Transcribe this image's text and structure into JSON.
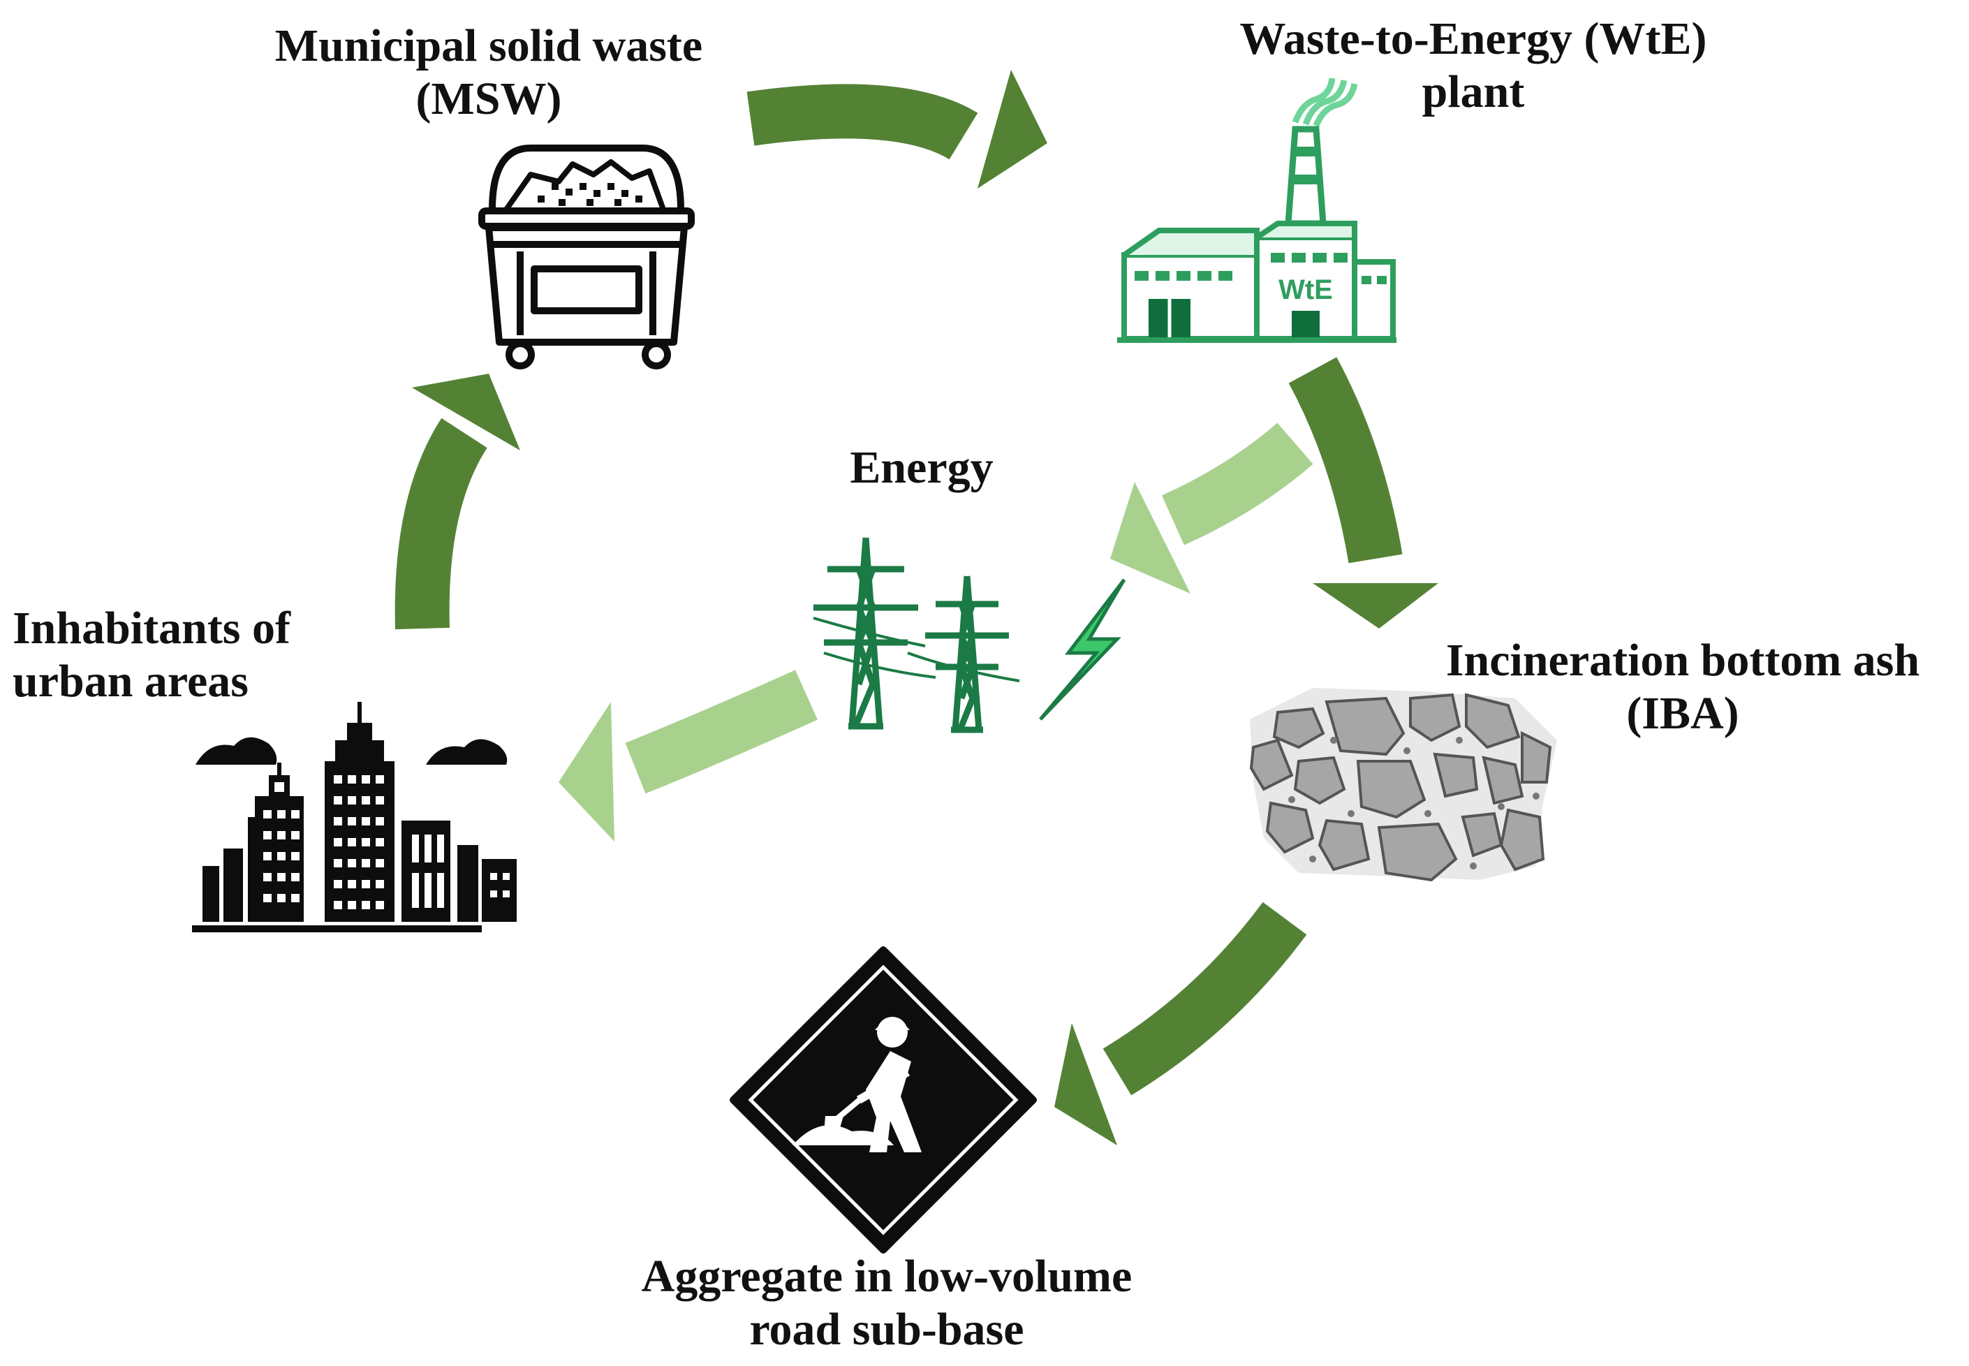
{
  "nodes": {
    "msw": {
      "line1": "Municipal solid waste",
      "line2": "(MSW)",
      "icon": "waste-container-icon"
    },
    "wte": {
      "line1": "Waste-to-Energy (WtE)",
      "line2": "plant",
      "sign": "WtE",
      "icon": "factory-icon"
    },
    "energy": {
      "label": "Energy",
      "icon": "power-tower-icon"
    },
    "iba": {
      "line1": "Incineration bottom ash",
      "line2": "(IBA)",
      "icon": "rock-aggregate-icon"
    },
    "road": {
      "line1": "Aggregate in low-volume",
      "line2": "road sub-base",
      "icon": "road-work-sign-icon"
    },
    "urban": {
      "line1": "Inhabitants of",
      "line2": "urban areas",
      "icon": "city-skyline-icon"
    }
  },
  "colors": {
    "dark_arrow": "#548235",
    "light_arrow": "#a9d18e",
    "plant_green": "#2e9e5e",
    "plant_dark": "#0f6e3c",
    "bolt": "#3cc86a",
    "ash_gray": "#a6a6a6",
    "icon_black": "#0d0d0d"
  }
}
